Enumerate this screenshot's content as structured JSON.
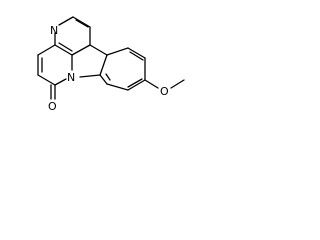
{
  "molecule": {
    "atoms": {
      "pyridine_n": "N",
      "indole_n": "N",
      "carbonyl_o": "O",
      "methoxy_o": "O"
    },
    "stroke_color": "#000000",
    "background_color": "#ffffff"
  }
}
